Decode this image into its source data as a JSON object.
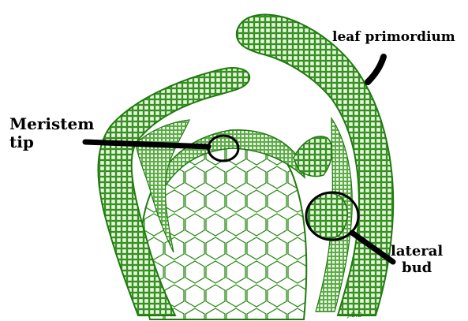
{
  "labels": {
    "leaf_primordium": "leaf primordium",
    "meristem_line1": "Meristem",
    "meristem_line2": "tip",
    "lateral_line1": "lateral",
    "lateral_line2": "bud",
    "corner_mark": "J.B.D"
  },
  "colors": {
    "tissue_fill": "#8fcf72",
    "tissue_line": "#1f7a0e",
    "tissue_light": "#d4efc4",
    "pointer": "#000000",
    "background": "#ffffff"
  }
}
